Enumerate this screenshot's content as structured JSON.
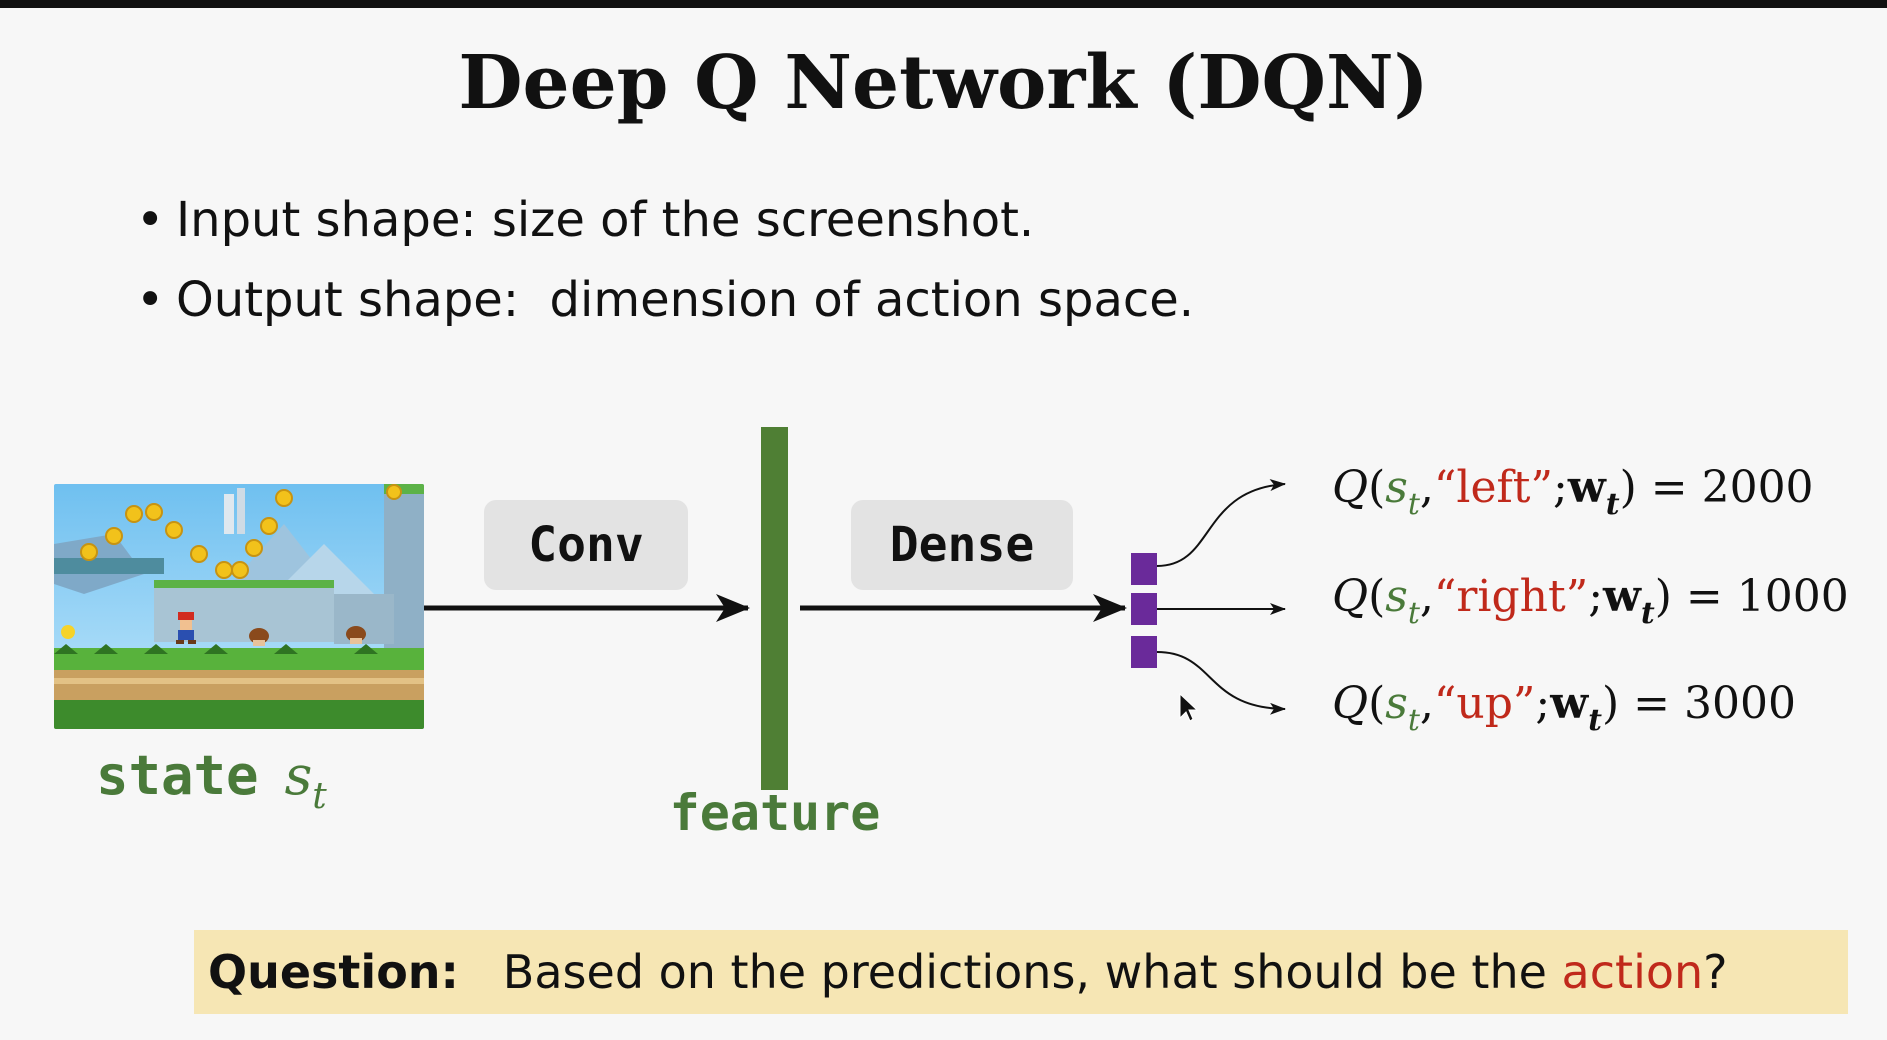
{
  "slide": {
    "title": "Deep Q Network (DQN)",
    "bullets": [
      "Input shape: size of the screenshot.",
      "Output shape:  dimension of action space."
    ]
  },
  "diagram": {
    "state_word": "state",
    "state_symbol": "s",
    "state_subscript": "t",
    "conv_label": "Conv",
    "dense_label": "Dense",
    "feature_label": "feature",
    "feature_color": "#4a7a3a",
    "output_color": "#6a2a9a",
    "outputs": [
      {
        "q": "Q",
        "open": "(",
        "s": "s",
        "s_sub": "t",
        "comma": ",",
        "action": "“left”",
        "semi": ";",
        "w": "w",
        "w_sub": "t",
        "close": ")",
        "eq": " = ",
        "value": "2000"
      },
      {
        "q": "Q",
        "open": "(",
        "s": "s",
        "s_sub": "t",
        "comma": ",",
        "action": "“right”",
        "semi": ";",
        "w": "w",
        "w_sub": "t",
        "close": ")",
        "eq": " = ",
        "value": "1000"
      },
      {
        "q": "Q",
        "open": "(",
        "s": "s",
        "s_sub": "t",
        "comma": ",",
        "action": "“up”",
        "semi": ";",
        "w": "w",
        "w_sub": "t",
        "close": ")",
        "eq": " = ",
        "value": "3000"
      }
    ]
  },
  "question": {
    "label": "Question:",
    "text_before": "   Based on the predictions, what should be the ",
    "highlight": "action",
    "text_after": "?",
    "highlight_color": "#c0291b",
    "background": "#f6e6b4"
  }
}
